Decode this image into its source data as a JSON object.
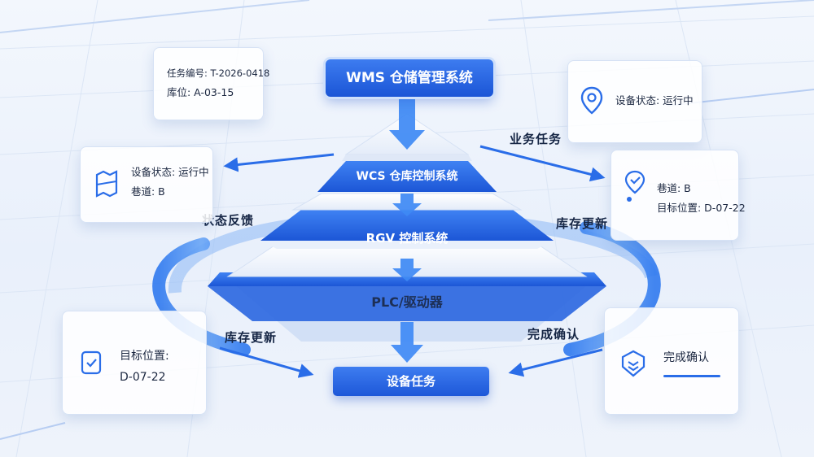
{
  "diagram": {
    "top_system": "WMS 仓储管理系统",
    "layers": [
      {
        "label": "WCS 仓库控制系统"
      },
      {
        "label": "RGV 控制系统"
      },
      {
        "label": "PLC/驱动器"
      }
    ],
    "bottom": "设备任务",
    "flow_labels": {
      "status_feedback": "状态反馈",
      "business_task": "业务任务",
      "inventory_update_right": "库存更新",
      "inventory_update_left": "库存更新",
      "completion_confirm": "完成确认"
    },
    "cards": {
      "task_card": {
        "line1": "任务编号: T-2026-0418",
        "line2": "库位: A-03-15"
      },
      "status_card_left": {
        "line1": "设备状态: 运行中",
        "line2": "巷道: B"
      },
      "status_card_right": {
        "line1": "设备状态: 运行中"
      },
      "lane_card": {
        "line1": "巷道: B",
        "line2": "目标位置: D-07-22"
      },
      "target_card": {
        "line1": "目标位置:",
        "line2": "D-07-22"
      },
      "confirm_card": {
        "line1": "完成确认"
      }
    },
    "colors": {
      "primary": "#1f5fdc",
      "accent": "#3d86f5",
      "light": "#e8f0fc",
      "text": "#162645"
    }
  }
}
